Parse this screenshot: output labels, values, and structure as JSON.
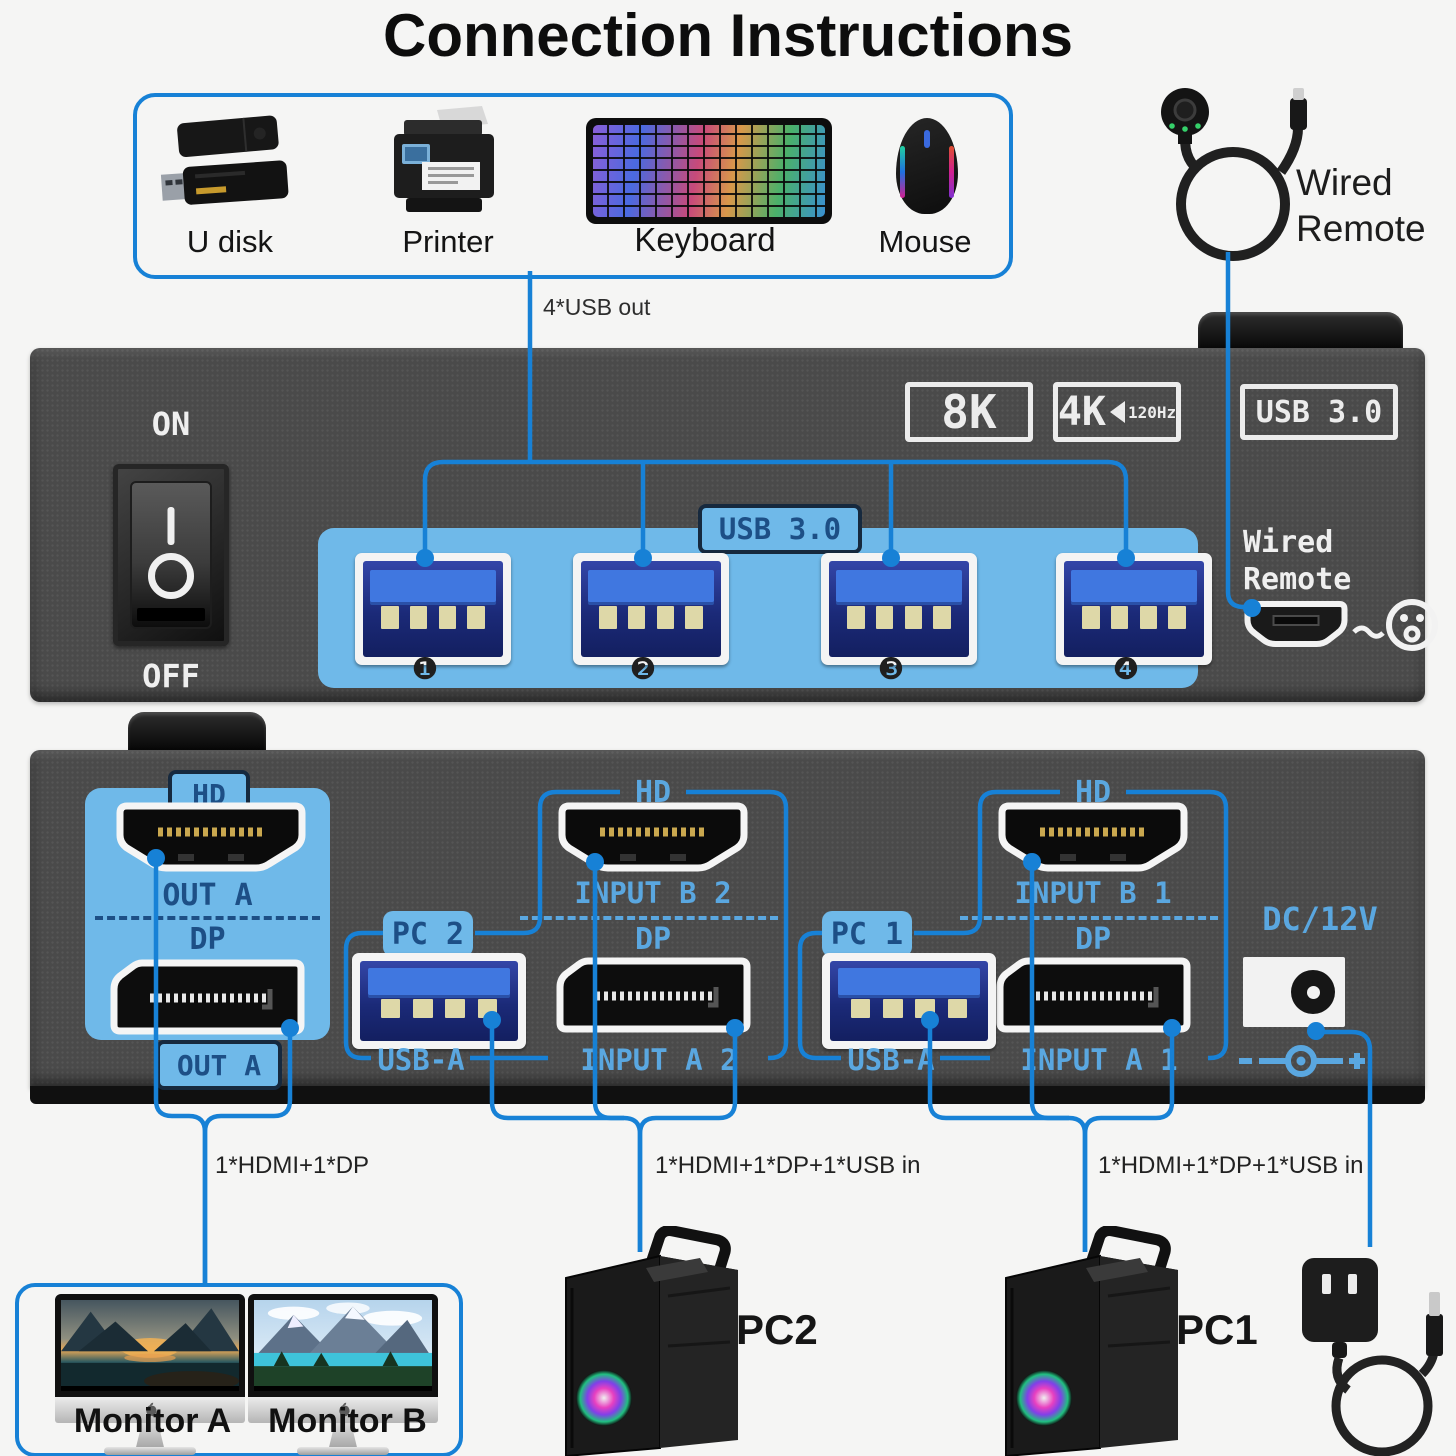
{
  "title": "Connection Instructions",
  "peripherals": {
    "items": [
      {
        "label": "U disk"
      },
      {
        "label": "Printer"
      },
      {
        "label": "Keyboard"
      },
      {
        "label": "Mouse"
      }
    ],
    "usb_out_label": "4*USB out"
  },
  "wired_remote": {
    "label_line1": "Wired",
    "label_line2": "Remote"
  },
  "top_panel": {
    "power_on": "ON",
    "power_off": "OFF",
    "badge_8k": "8K",
    "badge_4k": "4K",
    "badge_4k_sub": "120Hz",
    "badge_usb": "USB 3.0",
    "hub_label": "USB 3.0",
    "port_numbers": [
      "❶",
      "❷",
      "❸",
      "❹"
    ],
    "remote_port_line1": "Wired",
    "remote_port_line2": "Remote"
  },
  "bottom_panel": {
    "out_zone": {
      "hd_badge": "HD",
      "out_a": "OUT A",
      "dp": "DP",
      "out_a_badge": "OUT A"
    },
    "pc2": {
      "badge": "PC 2",
      "hd": "HD",
      "input_b": "INPUT B 2",
      "dp": "DP",
      "usb": "USB-A",
      "input_a": "INPUT A 2"
    },
    "pc1": {
      "badge": "PC 1",
      "hd": "HD",
      "input_b": "INPUT B 1",
      "dp": "DP",
      "usb": "USB-A",
      "input_a": "INPUT A 1"
    },
    "dc": {
      "label": "DC/12V",
      "minus": "-",
      "plus": "+"
    }
  },
  "connections": {
    "monitors": "1*HDMI+1*DP",
    "pc2": "1*HDMI+1*DP+1*USB in",
    "pc1": "1*HDMI+1*DP+1*USB in"
  },
  "devices": {
    "monitor_a": "Monitor A",
    "monitor_b": "Monitor B",
    "pc2": "PC2",
    "pc1": "PC1"
  },
  "colors": {
    "accent": "#1781d6",
    "zone_blue": "#6fb9e9",
    "navy": "#1d4f86",
    "panel_gray": "#4a4a4a"
  }
}
